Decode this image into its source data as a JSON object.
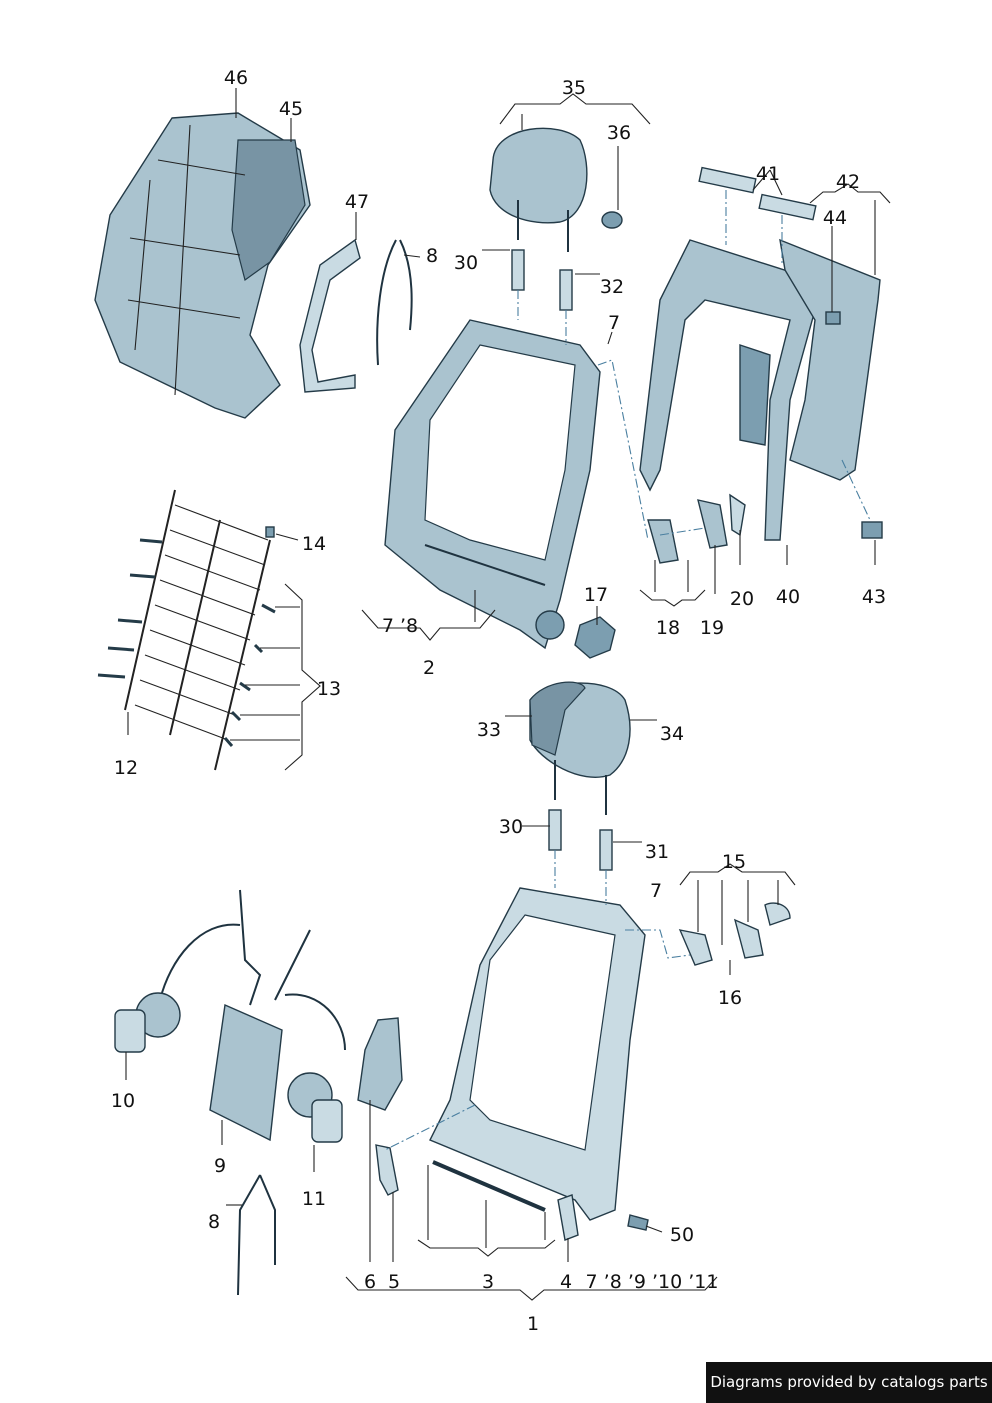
{
  "labels": [
    {
      "id": "46",
      "text": "46"
    },
    {
      "id": "45",
      "text": "45"
    },
    {
      "id": "47",
      "text": "47"
    },
    {
      "id": "8a",
      "text": "8"
    },
    {
      "id": "35",
      "text": "35"
    },
    {
      "id": "36",
      "text": "36"
    },
    {
      "id": "30a",
      "text": "30"
    },
    {
      "id": "32",
      "text": "32"
    },
    {
      "id": "7a",
      "text": "7"
    },
    {
      "id": "41",
      "text": "41"
    },
    {
      "id": "42",
      "text": "42"
    },
    {
      "id": "44",
      "text": "44"
    },
    {
      "id": "14",
      "text": "14"
    },
    {
      "id": "13",
      "text": "13"
    },
    {
      "id": "12",
      "text": "12"
    },
    {
      "id": "7_8a",
      "text": "7 ’8"
    },
    {
      "id": "2",
      "text": "2"
    },
    {
      "id": "17",
      "text": "17"
    },
    {
      "id": "18",
      "text": "18"
    },
    {
      "id": "19",
      "text": "19"
    },
    {
      "id": "20",
      "text": "20"
    },
    {
      "id": "40",
      "text": "40"
    },
    {
      "id": "43",
      "text": "43"
    },
    {
      "id": "33",
      "text": "33"
    },
    {
      "id": "34",
      "text": "34"
    },
    {
      "id": "30b",
      "text": "30"
    },
    {
      "id": "31",
      "text": "31"
    },
    {
      "id": "15",
      "text": "15"
    },
    {
      "id": "7b",
      "text": "7"
    },
    {
      "id": "16",
      "text": "16"
    },
    {
      "id": "10",
      "text": "10"
    },
    {
      "id": "9",
      "text": "9"
    },
    {
      "id": "11",
      "text": "11"
    },
    {
      "id": "8b",
      "text": "8"
    },
    {
      "id": "50",
      "text": "50"
    },
    {
      "id": "6",
      "text": "6"
    },
    {
      "id": "5",
      "text": "5"
    },
    {
      "id": "3",
      "text": "3"
    },
    {
      "id": "4",
      "text": "4"
    },
    {
      "id": "7_8_9_10_11",
      "text": "7 ’8 ’9 ’10 ’11"
    },
    {
      "id": "1",
      "text": "1"
    }
  ],
  "credit": "Diagrams provided by catalogs parts"
}
